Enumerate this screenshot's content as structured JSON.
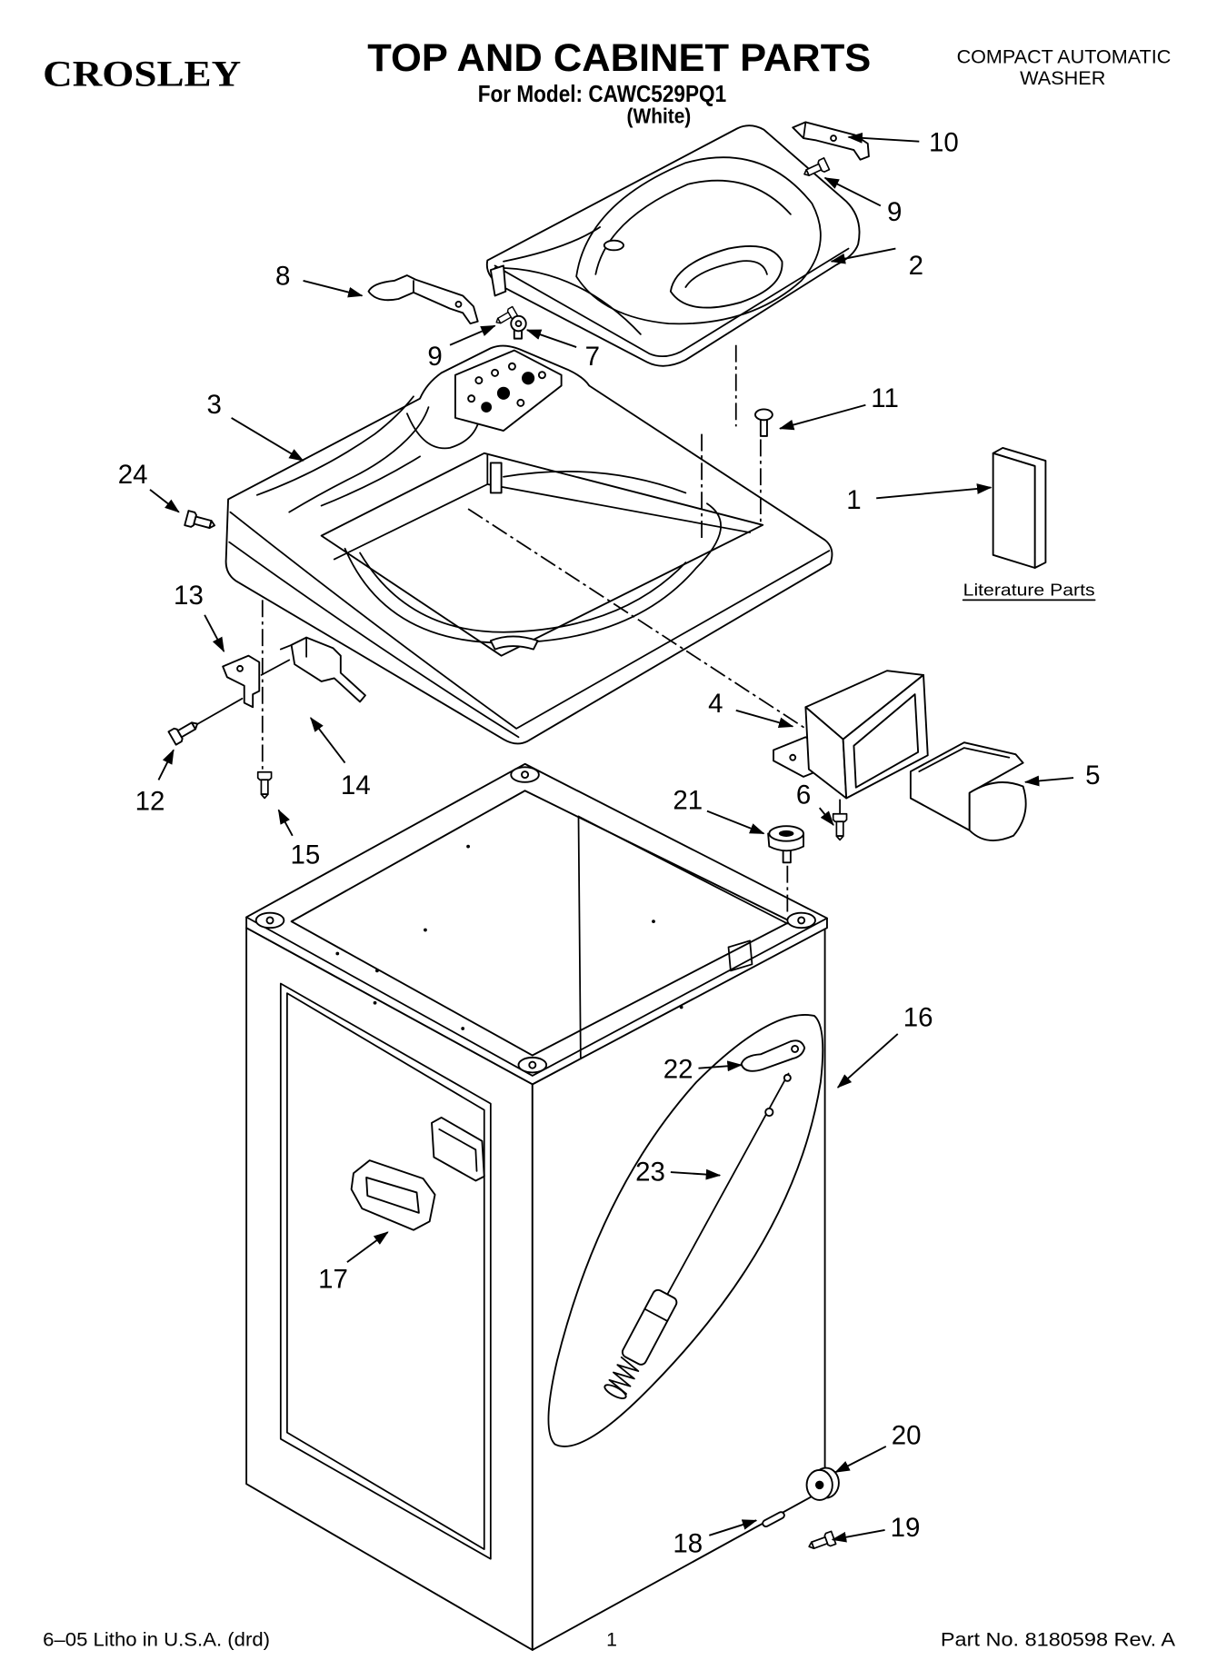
{
  "header": {
    "brand": "CROSLEY",
    "title": "TOP AND CABINET PARTS",
    "model": "For Model: CAWC529PQ1",
    "color": "(White)",
    "product_line_1": "COMPACT AUTOMATIC",
    "product_line_2": "WASHER"
  },
  "callouts": [
    "10",
    "9",
    "2",
    "8",
    "9",
    "7",
    "3",
    "11",
    "24",
    "1",
    "13",
    "4",
    "5",
    "12",
    "14",
    "21",
    "6",
    "15",
    "16",
    "22",
    "23",
    "17",
    "20",
    "18",
    "19"
  ],
  "literature_label": "Literature Parts",
  "footer": {
    "litho": "6–05 Litho in U.S.A. (drd)",
    "page_number": "1",
    "part_number": "Part No. 8180598 Rev. A"
  },
  "colors": {
    "ink": "#000000",
    "paper": "#ffffff"
  }
}
